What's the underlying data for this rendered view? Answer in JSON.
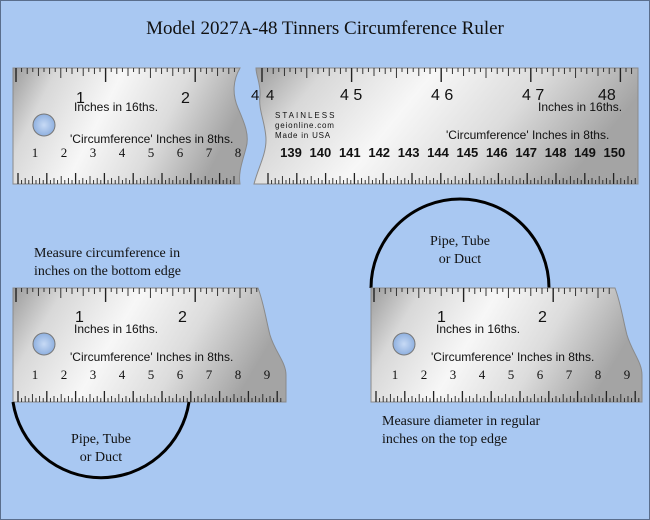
{
  "title": "Model 2027A-48 Tinners Circumference Ruler",
  "top_ruler": {
    "left_inch_labels": [
      "1",
      "2"
    ],
    "right_inch_labels": [
      "4",
      "4",
      "4 5",
      "4 6",
      "4 7",
      "48"
    ],
    "inches_16ths": "Inches in 16ths.",
    "circ_8ths": "'Circumference' Inches in 8ths.",
    "brand": [
      "STAINLESS",
      "geionline.com",
      "Made in USA"
    ],
    "left_circ_numbers": [
      "1",
      "2",
      "3",
      "4",
      "5",
      "6",
      "7",
      "8"
    ],
    "right_circ_numbers": [
      "139",
      "140",
      "141",
      "142",
      "143",
      "144",
      "145",
      "146",
      "147",
      "148",
      "149",
      "150"
    ]
  },
  "left_example": {
    "caption": [
      "Measure circumference in",
      "inches on the bottom edge"
    ],
    "inch_labels": [
      "1",
      "2"
    ],
    "inches_16ths": "Inches in 16ths.",
    "circ_8ths": "'Circumference' Inches in 8ths.",
    "circ_numbers": [
      "1",
      "2",
      "3",
      "4",
      "5",
      "6",
      "7",
      "8",
      "9"
    ],
    "object_label": [
      "Pipe, Tube",
      "or Duct"
    ]
  },
  "right_example": {
    "caption": [
      "Measure diameter in regular",
      "inches on the top edge"
    ],
    "inch_labels": [
      "1",
      "2"
    ],
    "inches_16ths": "Inches in 16ths.",
    "circ_8ths": "'Circumference' Inches in 8ths.",
    "circ_numbers": [
      "1",
      "2",
      "3",
      "4",
      "5",
      "6",
      "7",
      "8",
      "9"
    ],
    "object_label": [
      "Pipe, Tube",
      "or Duct"
    ]
  },
  "colors": {
    "background": "#a9c8f2",
    "steel_light": "#f2f2f2",
    "steel_dark": "#a8a8a8",
    "circle_stroke": "#000000"
  }
}
